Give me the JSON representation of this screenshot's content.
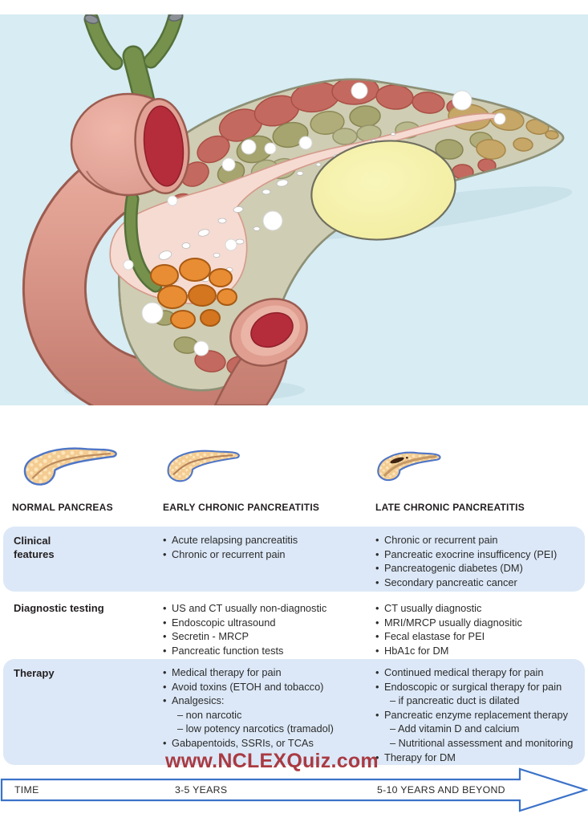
{
  "watermark": "www.NCLEXQuiz.com",
  "columns": [
    {
      "title": "NORMAL PANCREAS",
      "clinical": [],
      "diagnostic": [],
      "therapy": []
    },
    {
      "title": "EARLY CHRONIC PANCREATITIS",
      "clinical": [
        "Acute relapsing pancreatitis",
        "Chronic or recurrent pain"
      ],
      "diagnostic": [
        "US and CT usually non-diagnostic",
        "Endoscopic ultrasound",
        "Secretin - MRCP",
        "Pancreatic function tests"
      ],
      "therapy": [
        "Medical therapy for pain",
        "Avoid toxins (ETOH and tobacco)",
        "Analgesics:",
        "– non narcotic",
        "– low potency narcotics (tramadol)",
        "Gabapentoids, SSRIs, or TCAs"
      ]
    },
    {
      "title": "LATE CHRONIC PANCREATITIS",
      "clinical": [
        "Chronic or recurrent pain",
        "Pancreatic exocrine insufficency (PEI)",
        "Pancreatogenic diabetes (DM)",
        "Secondary pancreatic cancer"
      ],
      "diagnostic": [
        "CT usually diagnostic",
        "MRI/MRCP usually diagnositic",
        "Fecal elastase for PEI",
        "HbA1c for DM"
      ],
      "therapy": [
        "Continued medical therapy for pain",
        "Endoscopic or surgical therapy for pain",
        "– if pancreatic duct is dilated",
        "Pancreatic enzyme replacement therapy",
        "– Add vitamin D and calcium",
        "– Nutritional assessment and monitoring",
        "Therapy for DM"
      ]
    }
  ],
  "rows": [
    {
      "key": "clinical",
      "label": "Clinical\nfeatures"
    },
    {
      "key": "diagnostic",
      "label": "Diagnostic testing"
    },
    {
      "key": "therapy",
      "label": "Therapy"
    }
  ],
  "timeline": {
    "label": "TIME",
    "early": "3-5 YEARS",
    "late": "5-10 YEARS AND BEYOND"
  },
  "colors": {
    "illustration_background": "#d7ecf3",
    "band_blue": "#dce8f7",
    "arrow_blue": "#3b72c8",
    "icon_outline_blue": "#4f76c6",
    "watermark_red": "#a93a42",
    "pseudocyst_yellow": "#f4f0a4",
    "duodenum_salmon": "#e3a294",
    "lumen_red": "#b5303c",
    "bile_duct_green": "#76914c",
    "tumor_orange": "#e88d33"
  }
}
